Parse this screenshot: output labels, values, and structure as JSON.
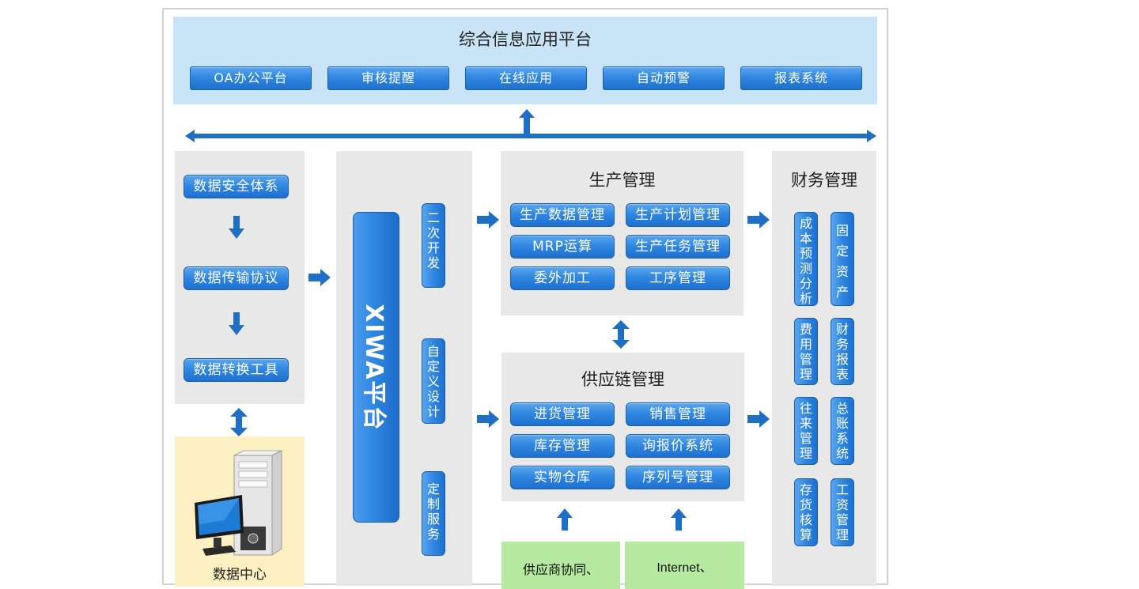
{
  "top_platform": {
    "title": "综合信息应用平台",
    "buttons": [
      "OA办公平台",
      "审核提醒",
      "在线应用",
      "自动预警",
      "报表系统"
    ]
  },
  "data_layer": {
    "items": [
      "数据安全体系",
      "数据传输协议",
      "数据转换工具"
    ],
    "storage_label": "数据中心"
  },
  "platform": {
    "name": "XIWA平台",
    "side_items": [
      "二次开发",
      "自定义设计",
      "定制服务"
    ]
  },
  "production": {
    "title": "生产管理",
    "items": [
      "生产数据管理",
      "生产计划管理",
      "MRP运算",
      "生产任务管理",
      "委外加工",
      "工序管理"
    ]
  },
  "supply_chain": {
    "title": "供应链管理",
    "items": [
      "进货管理",
      "销售管理",
      "库存管理",
      "询报价系统",
      "实物仓库",
      "序列号管理"
    ]
  },
  "finance": {
    "title": "财务管理",
    "items": [
      "成本预测分析",
      "固定资产",
      "费用管理",
      "财务报表",
      "往来管理",
      "总账系统",
      "存货核算",
      "工资管理"
    ]
  },
  "external": {
    "left": "供应商协同、",
    "right": "Internet、"
  },
  "colors": {
    "button_blue": "#2f86e0",
    "arrow_blue": "#1f6fc5",
    "panel_blue": "#c9e3f7",
    "panel_gray": "#e8e8e8",
    "panel_yellow": "#fdf1c4",
    "panel_green": "#b5eaa0"
  }
}
